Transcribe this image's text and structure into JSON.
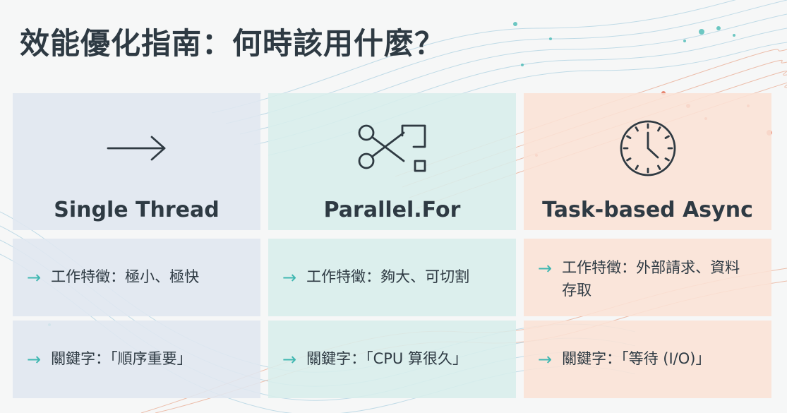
{
  "title": "效能優化指南：何時該用什麼？",
  "colors": {
    "title": "#2e3a43",
    "arrow_accent": "#3fb7b1",
    "col1_bg": "#e0e7f0",
    "col2_bg": "#d8eeec",
    "col3_bg": "#fbe2d6",
    "wave_blue": "#a9cfe0",
    "wave_orange": "#e8a58a"
  },
  "columns": [
    {
      "icon": "right-arrow-icon",
      "title": "Single Thread",
      "feature": "工作特徵：極小、極快",
      "keyword": "關鍵字：「順序重要」"
    },
    {
      "icon": "scissors-icon",
      "title": "Parallel.For",
      "feature": "工作特徵：夠大、可切割",
      "keyword": "關鍵字：「CPU 算很久」"
    },
    {
      "icon": "clock-icon",
      "title": "Task-based Async",
      "feature": "工作特徵：外部請求、資料存取",
      "keyword": "關鍵字：「等待 (I/O)」"
    }
  ]
}
